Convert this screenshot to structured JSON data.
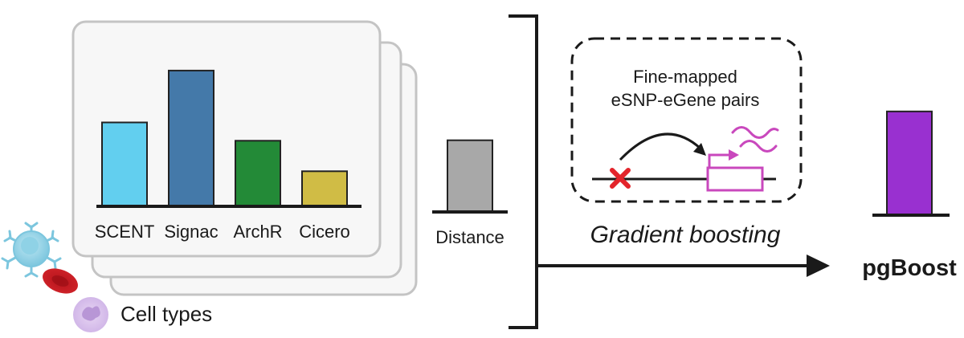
{
  "methods_panel": {
    "bars": [
      {
        "label": "SCENT",
        "value": 0.55,
        "color": "#62CFEF"
      },
      {
        "label": "Signac",
        "value": 0.89,
        "color": "#4479A9"
      },
      {
        "label": "ArchR",
        "value": 0.43,
        "color": "#238A37"
      },
      {
        "label": "Cicero",
        "value": 0.23,
        "color": "#D0BC45"
      }
    ],
    "card_fill": "#f7f7f7",
    "card_stroke": "#c4c4c4"
  },
  "cell_types": {
    "label": "Cell types",
    "icons": [
      "lymphocyte-icon",
      "red-blood-cell-icon",
      "neutrophil-icon"
    ]
  },
  "distance": {
    "label": "Distance",
    "value": 0.47,
    "color": "#a8a8a8"
  },
  "gradient_boosting": {
    "label": "Gradient boosting",
    "box_title_line1": "Fine-mapped",
    "box_title_line2": "eSNP-eGene pairs",
    "snp_color": "#e3242b",
    "gene_color": "#c948bd"
  },
  "output": {
    "label": "pgBoost",
    "value": 0.68,
    "color": "#9930d0"
  }
}
